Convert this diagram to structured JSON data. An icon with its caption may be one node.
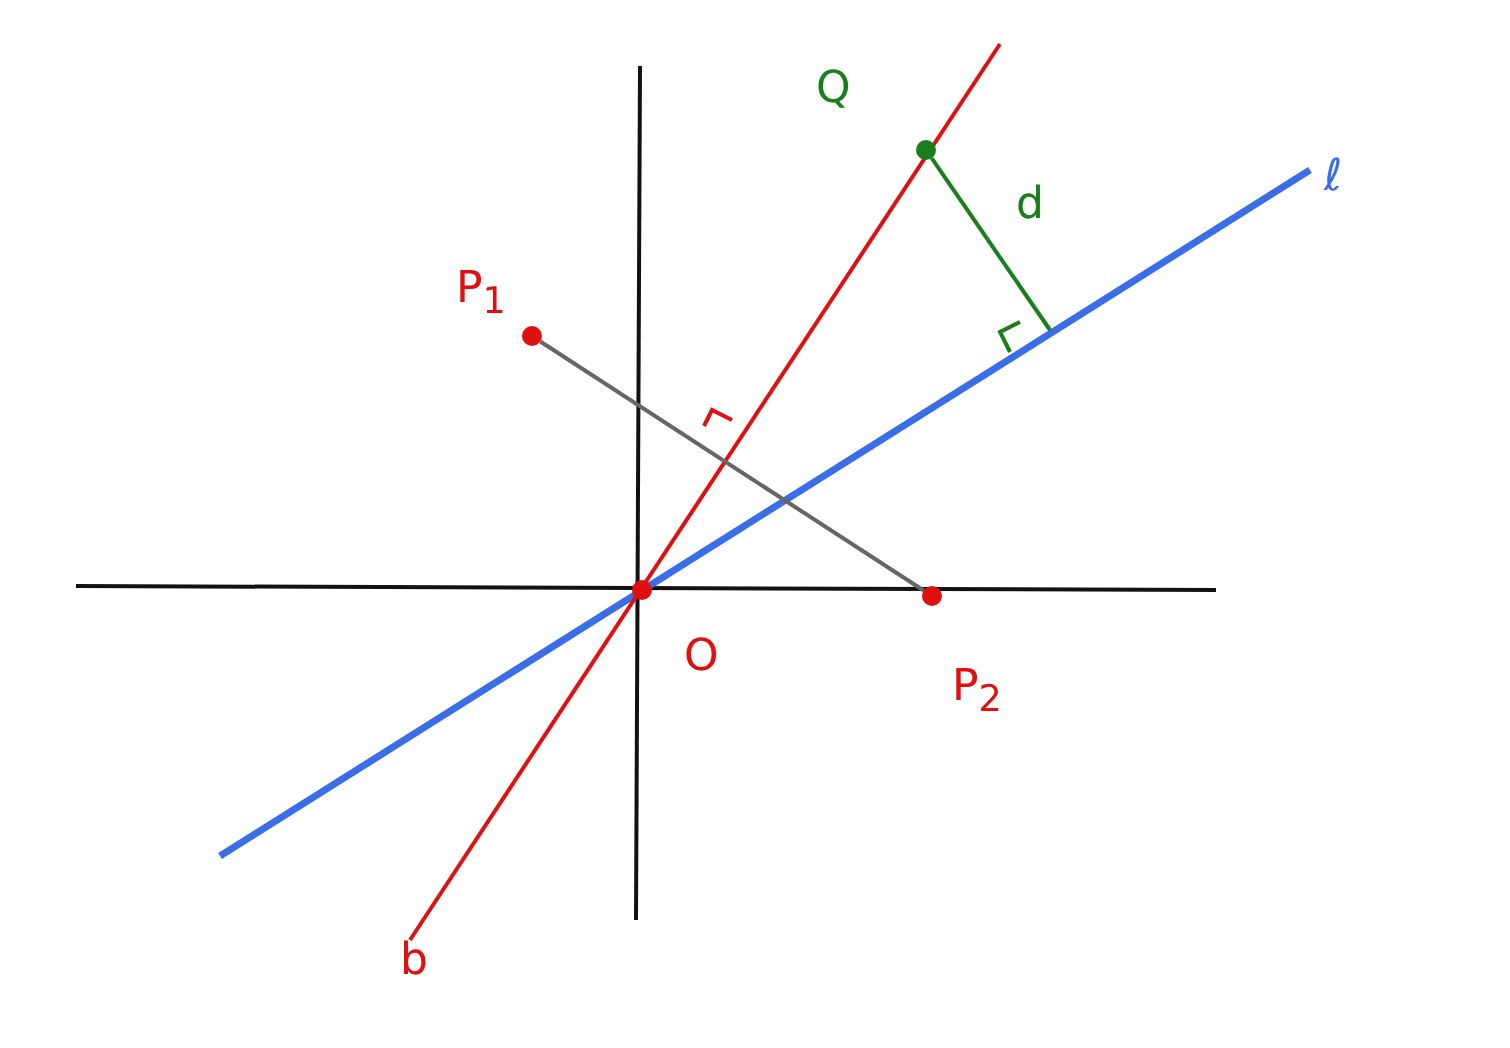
{
  "diagram": {
    "nodes": [
      {
        "text": [],
        "shape": "circle",
        "beside": [
          "P$_{1}$"
        ]
      },
      {
        "text": [],
        "shape": "circle",
        "beside": [
          "P$_{2}$"
        ]
      },
      {
        "text": [],
        "shape": "circle",
        "beside": [
          "Q"
        ]
      },
      {
        "text": [],
        "shape": "circle",
        "beside": [
          "O"
        ]
      }
    ],
    "edges": [
      {
        "from": 0,
        "to": 1,
        "arrow": "none",
        "color": "#666666"
      },
      {
        "from": 2,
        "to": null,
        "arrow": "none",
        "label": "d",
        "color": "#1a7f1a"
      }
    ],
    "labels": [
      "ℓ",
      "b"
    ]
  }
}
